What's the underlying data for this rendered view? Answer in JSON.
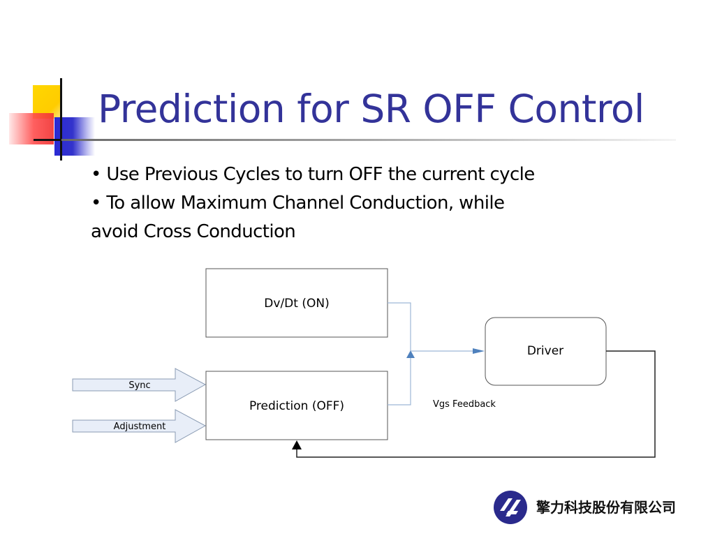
{
  "slide": {
    "title": "Prediction for SR OFF Control",
    "bullets": [
      "• Use Previous Cycles to turn OFF the current cycle",
      "• To allow Maximum Channel Conduction, while",
      "avoid Cross Conduction"
    ]
  },
  "diagram": {
    "blocks": {
      "dvdt": "Dv/Dt (ON)",
      "prediction": "Prediction (OFF)",
      "driver": "Driver"
    },
    "inputs": {
      "sync": "Sync",
      "adjustment": "Adjustment"
    },
    "feedback_label": "Vgs Feedback"
  },
  "footer": {
    "company_name": "擎力科技股份有限公司",
    "logo_icon": "company-logo-icon"
  },
  "colors": {
    "title": "#333399",
    "connector": "#9db7d6",
    "arrow_fill": "#4f81bd",
    "input_arrow_fill": "#e8eef8"
  }
}
